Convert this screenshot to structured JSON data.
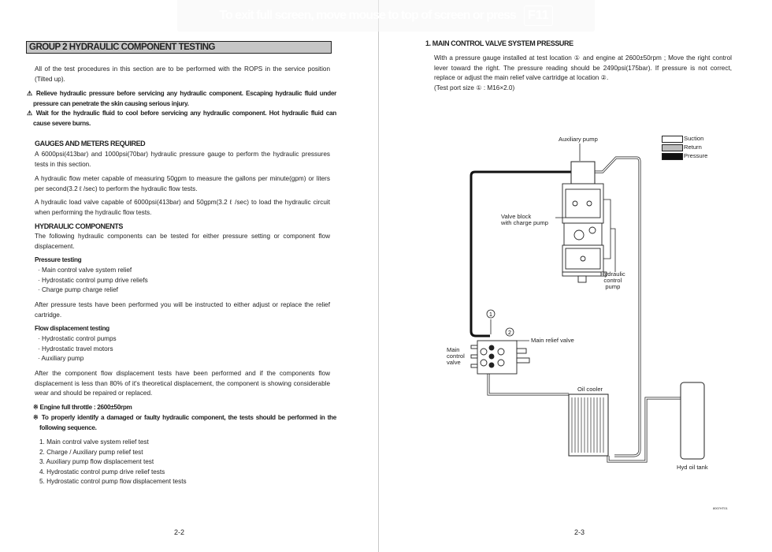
{
  "banner": {
    "message": "To exit full screen, move mouse to top of screen or press",
    "key": "F11"
  },
  "left": {
    "group_title": "GROUP  2  HYDRAULIC COMPONENT TESTING",
    "intro": "All of the test procedures in this section are to be performed with the ROPS in the service position (Tilted up).",
    "warnings": [
      "Relieve hydraulic pressure before servicing any hydraulic component.   Escaping hydraulic fluid under pressure can penetrate the skin causing serious injury.",
      "Wait for the hydraulic fluid to cool before servicing any hydraulic component.   Hot hydraulic fluid can cause severe burns."
    ],
    "gauges_heading": "GAUGES AND METERS REQUIRED",
    "gauges_paras": [
      "A 6000psi(413bar) and 1000psi(70bar) hydraulic pressure gauge to perform the hydraulic pressures tests in this section.",
      "A hydraulic flow meter capable of measuring 50gpm to measure the gallons per minute(gpm) or liters per second(3.2 ℓ /sec) to perform the hydraulic flow tests.",
      "A hydraulic load valve capable of 6000psi(413bar) and 50gpm(3.2 ℓ /sec) to load the hydraulic circuit when performing the hydraulic flow tests."
    ],
    "components_heading": "HYDRAULIC COMPONENTS",
    "components_para": "The following hydraulic components can be tested for either pressure setting or component flow displacement.",
    "pressure_heading": "Pressure testing",
    "pressure_items": [
      "· Main control valve system relief",
      "· Hydrostatic control pump drive reliefs",
      "· Charge pump charge relief"
    ],
    "pressure_after": "After pressure tests have been performed you will be instructed to either adjust or replace the relief cartridge.",
    "flow_heading": "Flow displacement testing",
    "flow_items": [
      "· Hydrostatic control pumps",
      "· Hydrostatic travel motors",
      "· Auxiliary pump"
    ],
    "flow_after": "After the component flow displacement tests have been performed and if the components flow displacement is less than 80% of it's theoretical displacement, the component is showing considerable wear and should be repaired or replaced.",
    "note1": "※ Engine full throttle : 2600±50rpm",
    "note2": "※ To properly identify a damaged or faulty hydraulic component, the tests should be performed in the following sequence.",
    "sequence": [
      "1. Main control valve system relief test",
      "2. Charge / Auxiliary pump relief test",
      "3. Auxiliary pump flow displacement test",
      "4. Hydrostatic control pump drive relief tests",
      "5. Hydrostatic control pump flow displacement tests"
    ],
    "page_number": "2-2"
  },
  "right": {
    "title": "1. MAIN CONTROL VALVE SYSTEM PRESSURE",
    "para": "With a pressure gauge installed at test location ① and engine at 2600±50rpm ; Move the right control lever toward the right.   The pressure reading should be 2490psi(175bar).   If pressure is not correct, replace or adjust the main relief valve cartridge at location ②.",
    "port": "(Test port size ① : M16×2.0)",
    "diagram": {
      "legend": [
        {
          "label": "Suction",
          "color": "#ffffff"
        },
        {
          "label": "Return",
          "color": "#bdbdbd"
        },
        {
          "label": "Pressure",
          "color": "#111111"
        }
      ],
      "labels": {
        "aux_pump": "Auxiliary pump",
        "valve_block": "Valve block\nwith charge pump",
        "hyd_pump": "Hydraulic\ncontrol\npump",
        "main_relief": "Main relief valve",
        "mcv": "Main\ncontrol\nvalve",
        "oil_cooler": "Oil cooler",
        "tank": "Hyd oil tank",
        "loc1": "1",
        "loc2": "2"
      },
      "figure_code": "8007HT01"
    },
    "page_number": "2-3"
  }
}
